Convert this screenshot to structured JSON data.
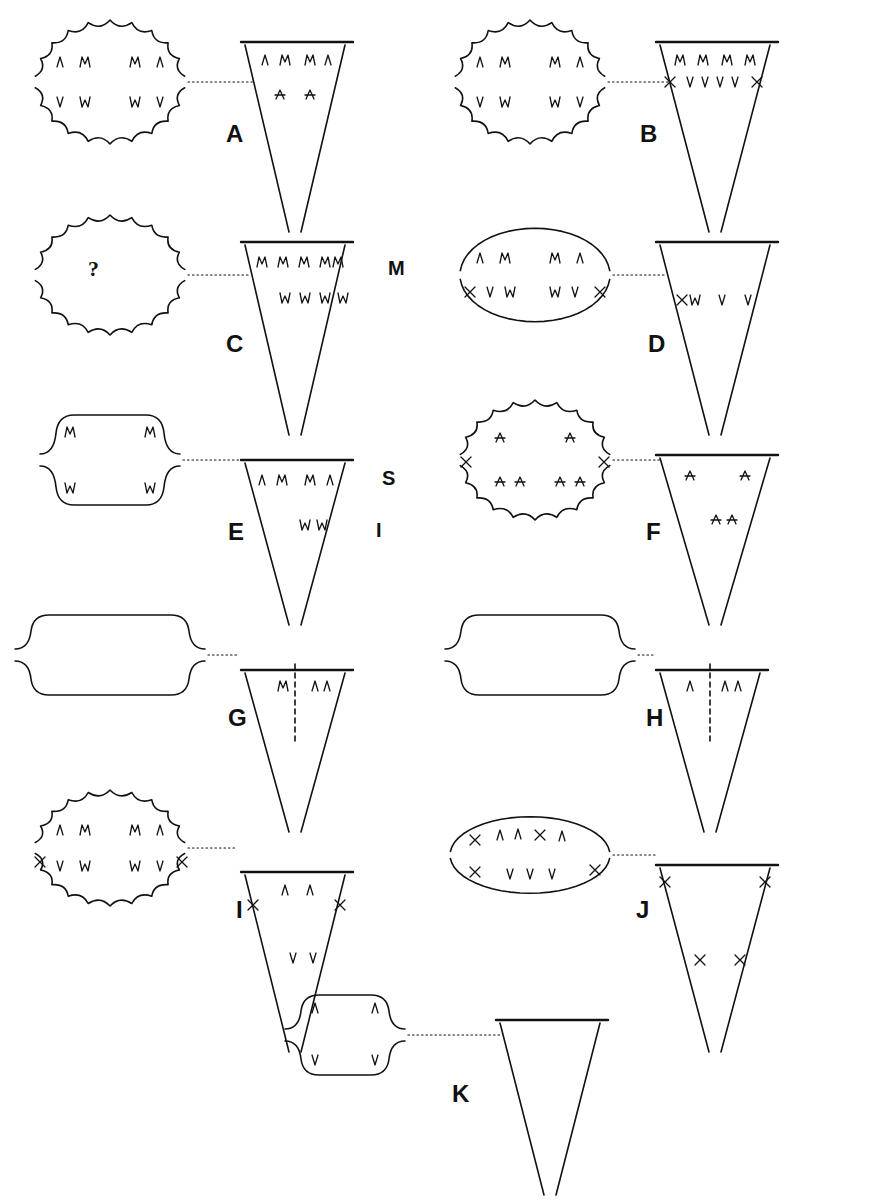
{
  "diagram": {
    "labels": [
      "A",
      "B",
      "?",
      "C",
      "M",
      "D",
      "E",
      "S",
      "I",
      "F",
      "G",
      "H",
      "I",
      "J",
      "K"
    ]
  }
}
